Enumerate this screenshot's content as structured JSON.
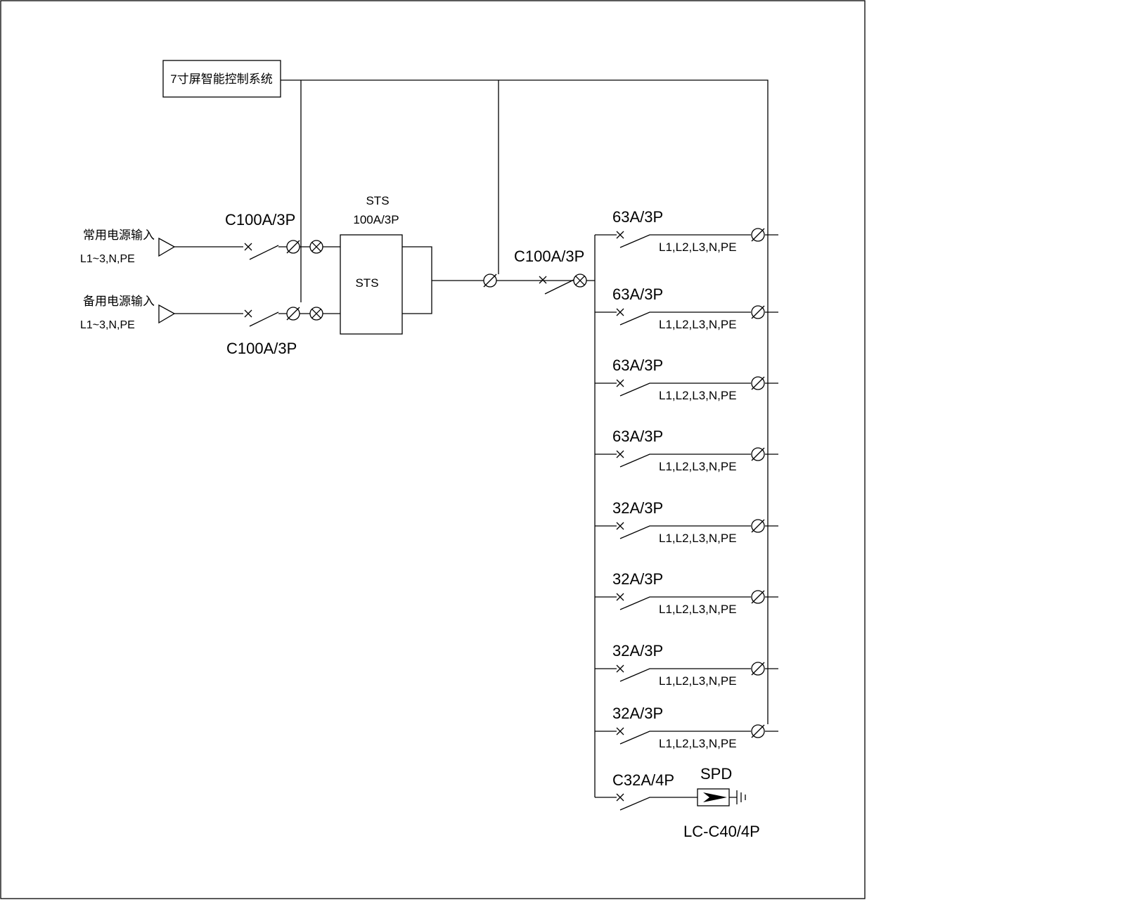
{
  "control_box_label": "7寸屏智能控制系统",
  "inputs": [
    {
      "name": "常用电源输入",
      "phases": "L1~3,N,PE",
      "breaker": "C100A/3P"
    },
    {
      "name": "备用电源输入",
      "phases": "L1~3,N,PE",
      "breaker": "C100A/3P"
    }
  ],
  "sts": {
    "title": "STS",
    "rating": "100A/3P",
    "box_label": "STS"
  },
  "main_breaker": "C100A/3P",
  "branches": [
    {
      "rating": "63A/3P",
      "phases": "L1,L2,L3,N,PE"
    },
    {
      "rating": "63A/3P",
      "phases": "L1,L2,L3,N,PE"
    },
    {
      "rating": "63A/3P",
      "phases": "L1,L2,L3,N,PE"
    },
    {
      "rating": "63A/3P",
      "phases": "L1,L2,L3,N,PE"
    },
    {
      "rating": "32A/3P",
      "phases": "L1,L2,L3,N,PE"
    },
    {
      "rating": "32A/3P",
      "phases": "L1,L2,L3,N,PE"
    },
    {
      "rating": "32A/3P",
      "phases": "L1,L2,L3,N,PE"
    },
    {
      "rating": "32A/3P",
      "phases": "L1,L2,L3,N,PE"
    }
  ],
  "spd": {
    "breaker": "C32A/4P",
    "label": "SPD",
    "model": "LC-C40/4P"
  }
}
